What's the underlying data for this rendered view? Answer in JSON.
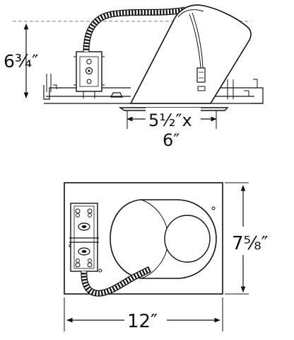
{
  "dimensions": {
    "height": "6¾″",
    "aperture_line1": "5½″x",
    "aperture_line2": "6″",
    "plate_height": "7⅝″",
    "plate_width": "12″"
  }
}
